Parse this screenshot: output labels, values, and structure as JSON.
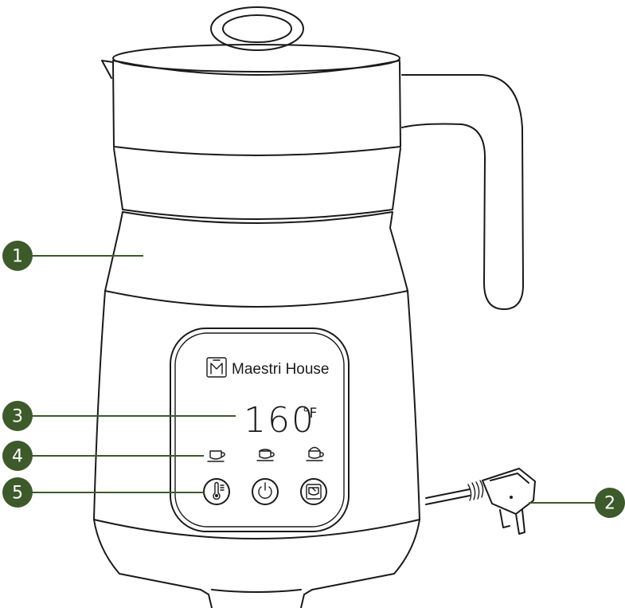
{
  "product": {
    "brand_name": "Maestri House",
    "display_value": "160",
    "display_unit": "°F"
  },
  "callouts": [
    {
      "number": "1"
    },
    {
      "number": "2"
    },
    {
      "number": "3"
    },
    {
      "number": "4"
    },
    {
      "number": "5"
    }
  ],
  "icons": {
    "mode_icons": [
      "cup-icon",
      "latte-cup-icon",
      "foam-cup-icon"
    ],
    "buttons": [
      "thermometer-icon",
      "power-icon",
      "cappuccino-icon"
    ],
    "logo": "maestri-house-logo-icon"
  },
  "colors": {
    "callout": "#3d5a2a",
    "outline": "#1a1a1a",
    "background": "#ffffff"
  }
}
